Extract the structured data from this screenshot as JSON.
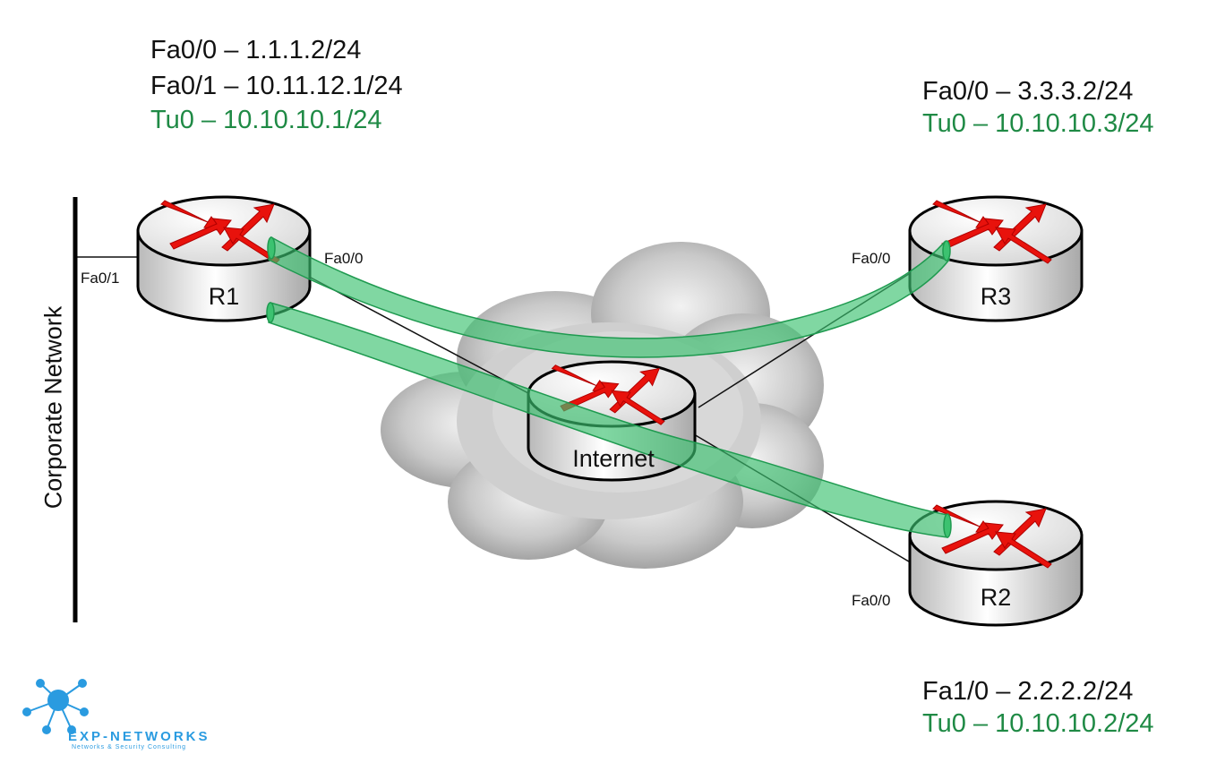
{
  "r1": {
    "name": "R1",
    "lines": [
      "Fa0/0 – 1.1.1.2/24",
      "Fa0/1 – 10.11.12.1/24"
    ],
    "tunnel": "Tu0 – 10.10.10.1/24",
    "port_fa00": "Fa0/0",
    "port_fa01": "Fa0/1"
  },
  "r3": {
    "name": "R3",
    "line": "Fa0/0 – 3.3.3.2/24",
    "tunnel": "Tu0 – 10.10.10.3/24",
    "port_fa00": "Fa0/0"
  },
  "r2": {
    "name": "R2",
    "line": "Fa1/0 – 2.2.2.2/24",
    "tunnel": "Tu0 – 10.10.10.2/24",
    "port_fa00": "Fa0/0"
  },
  "internet": {
    "name": "Internet"
  },
  "corporate": {
    "label": "Corporate Network"
  },
  "logo": {
    "name": "EXP-NETWORKS",
    "tagline": "Networks & Security Consulting"
  },
  "colors": {
    "tunnel": "#3cc270",
    "tunnel_edge": "#1f9a50",
    "label_green": "#1f8a45",
    "arrow": "#e8120c"
  }
}
